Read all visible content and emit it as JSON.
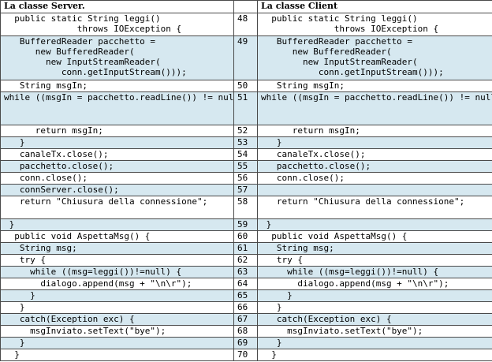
{
  "headers": {
    "server": "La classe Server.",
    "num": "",
    "client": "La classe Client"
  },
  "colors": {
    "shade": "#d6e8f0",
    "plain": "#ffffff",
    "border": "#4a4a4a"
  },
  "rows": [
    {
      "server": "  public static String leggi()\n              throws IOException {",
      "num": "48",
      "client": "  public static String leggi()\n              throws IOException {",
      "shade": false,
      "h": 29
    },
    {
      "server": "   BufferedReader pacchetto =\n      new BufferedReader(\n        new InputStreamReader(\n           conn.getInputStream()));",
      "num": "49",
      "client": "   BufferedReader pacchetto =\n      new BufferedReader(\n        new InputStreamReader(\n           conn.getInputStream()));",
      "shade": true,
      "h": 56
    },
    {
      "server": "   String msgIn;",
      "num": "50",
      "client": "   String msgIn;",
      "shade": false,
      "h": 15
    },
    {
      "server": "while ((msgIn = pacchetto.readLine()) != null) {",
      "num": "51",
      "client": "while ((msgIn = pacchetto.readLine()) != null) {",
      "shade": true,
      "wrap": true,
      "h": 42
    },
    {
      "server": "      return msgIn;",
      "num": "52",
      "client": "      return msgIn;",
      "shade": false,
      "h": 15
    },
    {
      "server": "   }",
      "num": "53",
      "client": "   }",
      "shade": true,
      "h": 15
    },
    {
      "server": "   canaleTx.close();",
      "num": "54",
      "client": "   canaleTx.close();",
      "shade": false,
      "h": 15
    },
    {
      "server": "   pacchetto.close();",
      "num": "55",
      "client": "   pacchetto.close();",
      "shade": true,
      "h": 15
    },
    {
      "server": "   conn.close();",
      "num": "56",
      "client": "   conn.close();",
      "shade": false,
      "h": 15
    },
    {
      "server": "   connServer.close();",
      "num": "57",
      "client": "",
      "shade": true,
      "h": 15
    },
    {
      "server": "   return \"Chiusura della connessione\";",
      "num": "58",
      "client": "   return \"Chiusura della connessione\";",
      "shade": false,
      "wrap": true,
      "h": 29
    },
    {
      "server": " }",
      "num": "59",
      "client": " }",
      "shade": true,
      "h": 15
    },
    {
      "server": "  public void AspettaMsg() {",
      "num": "60",
      "client": "  public void AspettaMsg() {",
      "shade": false,
      "h": 15
    },
    {
      "server": "   String msg;",
      "num": "61",
      "client": "   String msg;",
      "shade": true,
      "h": 15
    },
    {
      "server": "   try {",
      "num": "62",
      "client": "   try {",
      "shade": false,
      "h": 15
    },
    {
      "server": "     while ((msg=leggi())!=null) {",
      "num": "63",
      "client": "     while ((msg=leggi())!=null) {",
      "shade": true,
      "h": 15
    },
    {
      "server": "       dialogo.append(msg + \"\\n\\r\");",
      "num": "64",
      "client": "       dialogo.append(msg + \"\\n\\r\");",
      "shade": false,
      "h": 15
    },
    {
      "server": "     }",
      "num": "65",
      "client": "     }",
      "shade": true,
      "h": 15
    },
    {
      "server": "   }",
      "num": "66",
      "client": "   }",
      "shade": false,
      "h": 15
    },
    {
      "server": "   catch(Exception exc) {",
      "num": "67",
      "client": "   catch(Exception exc) {",
      "shade": true,
      "h": 15
    },
    {
      "server": "     msgInviato.setText(\"bye\");",
      "num": "68",
      "client": "     msgInviato.setText(\"bye\");",
      "shade": false,
      "h": 15
    },
    {
      "server": "   }",
      "num": "69",
      "client": "   }",
      "shade": true,
      "h": 15
    },
    {
      "server": "  }",
      "num": "70",
      "client": "  }",
      "shade": false,
      "h": 15
    }
  ]
}
